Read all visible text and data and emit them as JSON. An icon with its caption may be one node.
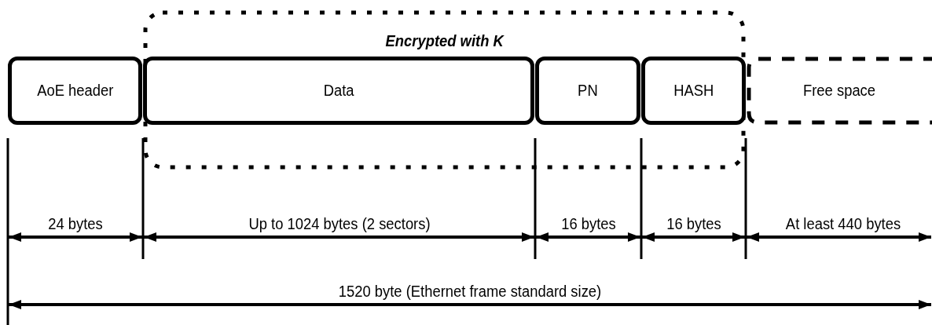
{
  "diagram": {
    "nodes": [
      {
        "text": [
          "AoE header"
        ]
      },
      {
        "text": [
          "Encrypted with K"
        ]
      },
      {
        "text": [
          "Data"
        ],
        "in": 1
      },
      {
        "text": [
          "PN"
        ],
        "in": 1
      },
      {
        "text": [
          "HASH"
        ],
        "in": 1
      },
      {
        "text": [
          "Free space"
        ]
      }
    ],
    "labels": [
      "24 bytes",
      "Up to 1024 bytes (2 sectors)",
      "16 bytes",
      "16 bytes",
      "At least 440 bytes",
      "1520 byte (Ethernet frame standard size)"
    ]
  }
}
